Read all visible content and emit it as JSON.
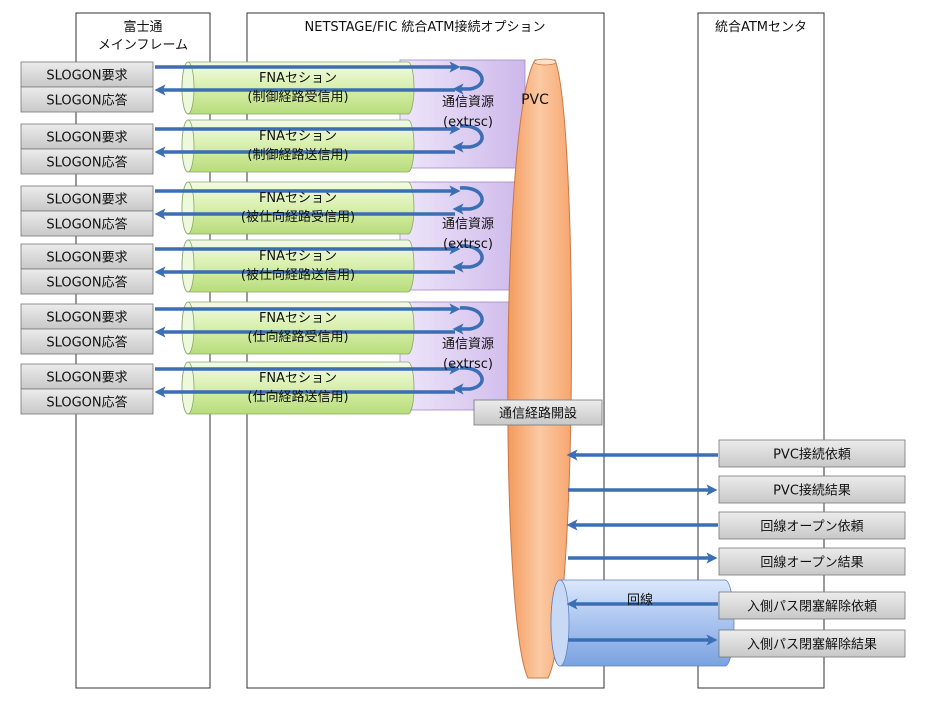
{
  "lanes": {
    "mainframe": "富士通\nメインフレーム",
    "netstage": "NETSTAGE/FIC 統合ATM接続オプション",
    "atm_center": "統合ATMセンタ"
  },
  "slogon_request": "SLOGON要求",
  "slogon_response": "SLOGON応答",
  "sessions": [
    {
      "line1": "FNAセション",
      "line2": "(制御経路受信用)"
    },
    {
      "line1": "FNAセション",
      "line2": "(制御経路送信用)"
    },
    {
      "line1": "FNAセション",
      "line2": "(被仕向経路受信用)"
    },
    {
      "line1": "FNAセション",
      "line2": "(被仕向経路送信用)"
    },
    {
      "line1": "FNAセション",
      "line2": "(仕向経路受信用)"
    },
    {
      "line1": "FNAセション",
      "line2": "(仕向経路送信用)"
    }
  ],
  "resources": [
    {
      "line1": "通信資源",
      "line2": "(extrsc)"
    },
    {
      "line1": "通信資源",
      "line2": "(extrsc)"
    },
    {
      "line1": "通信資源",
      "line2": "(extrsc)"
    }
  ],
  "pvc_label": "PVC",
  "path_open_label": "通信経路開設",
  "circuit_label": "回線",
  "atm_messages": [
    "PVC接続依頼",
    "PVC接続結果",
    "回線オープン依頼",
    "回線オープン結果",
    "入側パス閉塞解除依頼",
    "入側パス閉塞解除結果"
  ],
  "colors": {
    "arrow": "#3b6eb4",
    "session_fill": "#d9f0b0",
    "resource_fill": "#d8c8ee",
    "pvc_fill": "#f8b98a",
    "circuit_fill": "#a9c4ee",
    "box_fill": "#d9d9d9"
  }
}
